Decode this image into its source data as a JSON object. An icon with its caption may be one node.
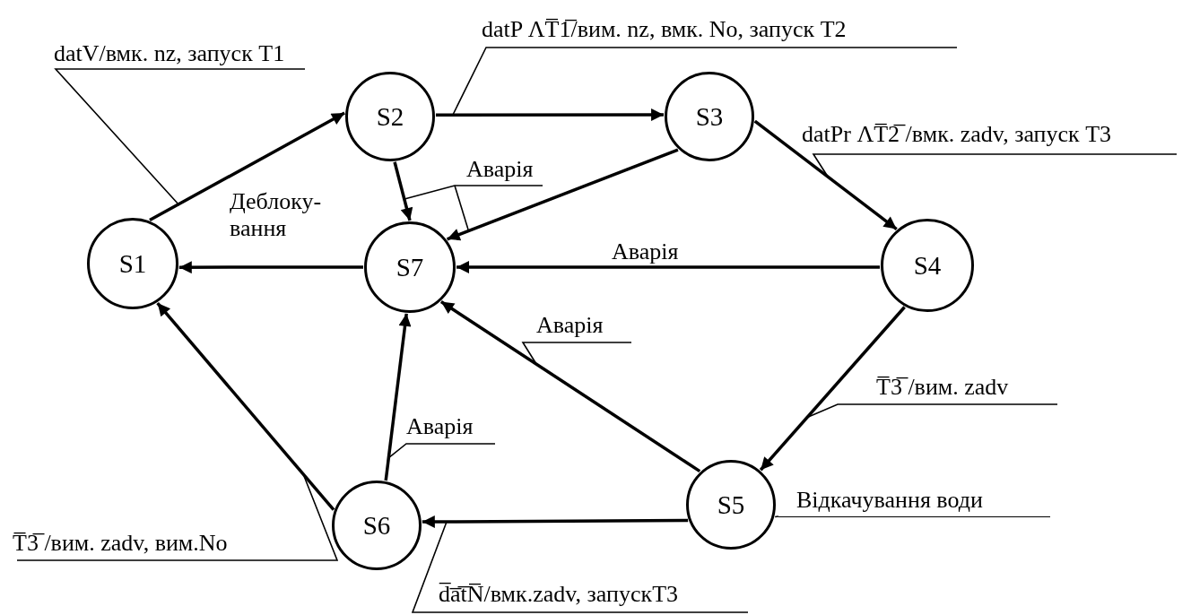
{
  "diagram": {
    "nodes": [
      {
        "text": [
          "S1"
        ]
      },
      {
        "text": [
          "S2"
        ]
      },
      {
        "text": [
          "S3"
        ]
      },
      {
        "text": [
          "S4"
        ]
      },
      {
        "text": [
          "S5"
        ]
      },
      {
        "text": [
          "S6"
        ]
      },
      {
        "text": [
          "S7"
        ]
      },
      {
        "text": [
          "Відкачування води"
        ]
      }
    ],
    "edges": [
      {
        "from": 0,
        "to": 1,
        "arrow": "to",
        "label": "datV/вмк. nz, запуск T1"
      },
      {
        "from": 1,
        "to": 2,
        "arrow": "to",
        "label": "datP ΛT̅1̅/вим. nz, вмк. No, запуск T2"
      },
      {
        "from": 2,
        "to": 3,
        "arrow": "to",
        "label": "datPr ΛT̅2̅ /вмк. zadv, запуск T3"
      },
      {
        "from": 1,
        "to": 6,
        "arrow": "to",
        "label": "Аварія"
      },
      {
        "from": 2,
        "to": 6,
        "arrow": "to"
      },
      {
        "from": 3,
        "to": 6,
        "arrow": "to",
        "label": "Аварія"
      },
      {
        "from": 4,
        "to": 6,
        "arrow": "to",
        "label": "Аварія"
      },
      {
        "from": 3,
        "to": 4,
        "arrow": "to",
        "label": "T̅3̅ /вим. zadv"
      },
      {
        "from": 4,
        "to": 5,
        "arrow": "to",
        "label": "d̅a̅t̅N̅/вмк.zadv, запускT3"
      },
      {
        "from": 5,
        "to": 6,
        "arrow": "to",
        "label": "Аварія"
      },
      {
        "from": 5,
        "to": 0,
        "arrow": "to",
        "label": "T̅3̅ /вим. zadv, вим.No"
      },
      {
        "from": 6,
        "to": 0,
        "arrow": "to",
        "label": "Деблоку- вання"
      },
      {
        "from": 7,
        "to": 4,
        "arrow": "none"
      }
    ]
  }
}
